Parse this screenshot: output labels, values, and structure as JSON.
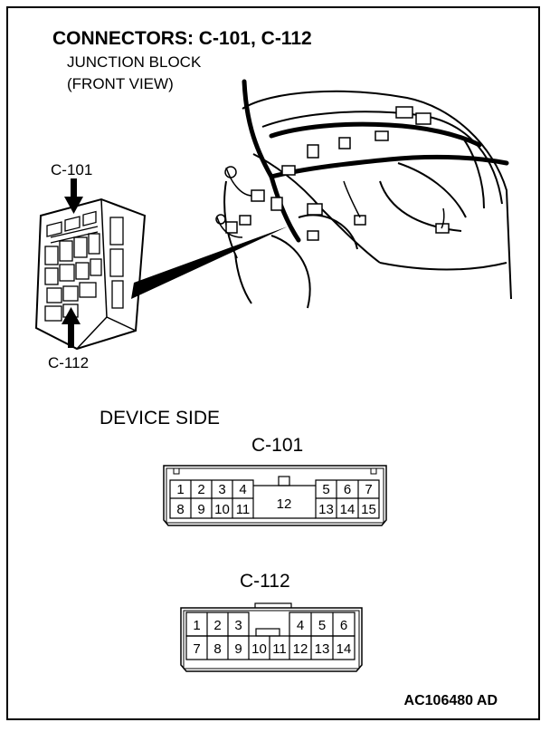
{
  "title": "CONNECTORS: C-101, C-112",
  "subtitle_line1": "JUNCTION BLOCK",
  "subtitle_line2": "(FRONT VIEW)",
  "callouts": {
    "top": "C-101",
    "bottom": "C-112"
  },
  "device_side": "DEVICE SIDE",
  "connectors": [
    {
      "name": "C-101",
      "top_row": [
        "1",
        "2",
        "3",
        "4",
        "5",
        "6",
        "7"
      ],
      "bottom_row": [
        "8",
        "9",
        "10",
        "11",
        "13",
        "14",
        "15"
      ],
      "center": "12"
    },
    {
      "name": "C-112",
      "top_row": [
        "1",
        "2",
        "3",
        "4",
        "5",
        "6"
      ],
      "bottom_row": [
        "7",
        "8",
        "9",
        "10",
        "11",
        "12",
        "13",
        "14"
      ]
    }
  ],
  "figure_code": "AC106480 AD"
}
